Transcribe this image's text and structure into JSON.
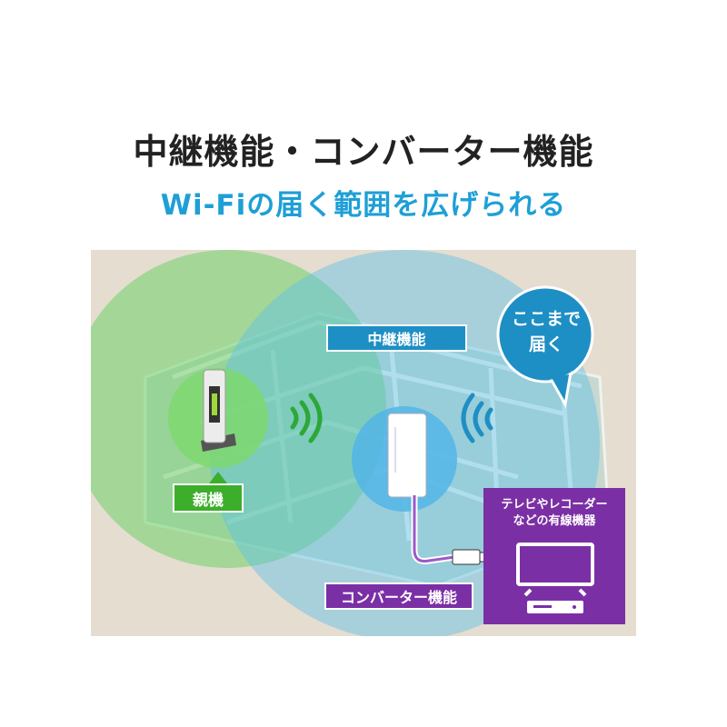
{
  "header": {
    "title": "中継機能・コンバーター機能",
    "subtitle": "Wi-Fiの届く範囲を広げられる"
  },
  "diagram": {
    "relay_label": "中継機能",
    "parent_label": "親機",
    "converter_label": "コンバーター機能",
    "bubble_line1": "ここまで",
    "bubble_line2": "届く",
    "wired_line1": "テレビやレコーダー",
    "wired_line2": "などの有線機器",
    "icons": [
      "parent-router-icon",
      "relay-router-icon",
      "wifi-signal-icon",
      "lan-cable-icon",
      "tv-icon",
      "recorder-icon"
    ]
  },
  "colors": {
    "relay_blue": "#1e8fc4",
    "parent_green": "#3dae2b",
    "converter_purple": "#7b2fa5",
    "subtitle_blue": "#1e9fd6"
  }
}
